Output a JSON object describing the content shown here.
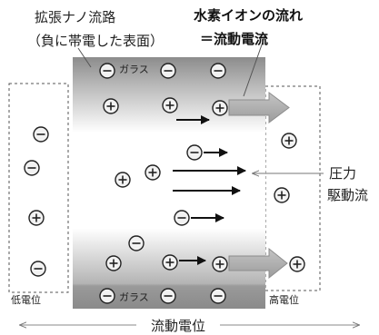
{
  "labels": {
    "channel_title": "拡張ナノ流路",
    "channel_subtitle": "（負に帯電した表面）",
    "proton_flow_title": "水素イオンの流れ",
    "proton_flow_subtitle": "＝流動電流",
    "glass_top": "ガラス",
    "glass_bottom": "ガラス",
    "pressure_line1": "圧力",
    "pressure_line2": "駆動流",
    "low_potential": "低電位",
    "high_potential": "高電位",
    "streaming_potential": "流動電位"
  },
  "icons": {
    "positive_ion": "positive-ion-icon",
    "negative_ion": "negative-ion-icon",
    "flow_arrow": "flow-arrow-icon"
  },
  "colors": {
    "glass_gray": "#8c8c8c",
    "proton_flow_arrow": "#b0b0b0",
    "dashed_border": "#555555"
  }
}
